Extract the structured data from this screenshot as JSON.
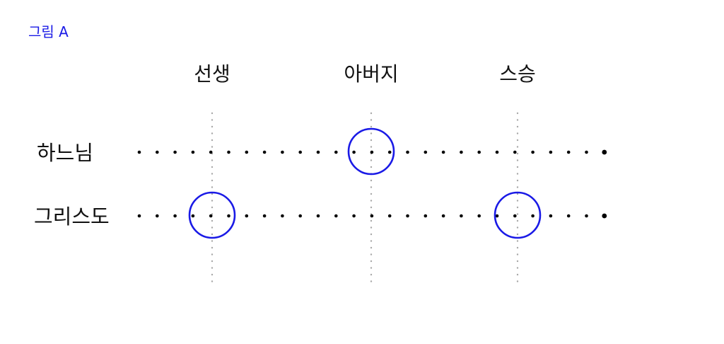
{
  "figure_label": "그림 A",
  "columns": [
    {
      "label": "선생"
    },
    {
      "label": "아버지"
    },
    {
      "label": "스승"
    }
  ],
  "rows": [
    {
      "label": "하느님",
      "circled_columns": [
        1
      ]
    },
    {
      "label": "그리스도",
      "circled_columns": [
        0,
        2
      ]
    }
  ],
  "colors": {
    "accent": "#1a1ae6",
    "text": "#111111",
    "dot": "#000000",
    "guide": "#a8a8a8"
  }
}
